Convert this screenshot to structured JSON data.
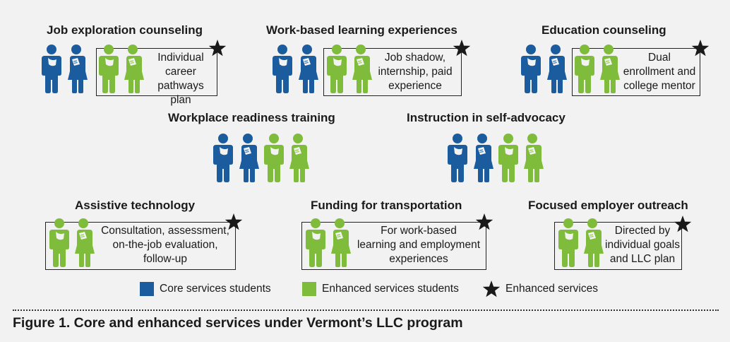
{
  "colors": {
    "core": "#1b5c9e",
    "enhanced": "#80bc3b",
    "star": "#1a1a1a"
  },
  "services": {
    "job_exploration": {
      "title": "Job exploration counseling",
      "text": [
        "Individual",
        "career",
        "pathways plan"
      ]
    },
    "work_based": {
      "title": "Work-based learning experiences",
      "text": [
        "Job shadow,",
        "internship, paid",
        "experience"
      ]
    },
    "education": {
      "title": "Education counseling",
      "text": [
        "Dual",
        "enrollment and",
        "college mentor"
      ]
    },
    "workplace": {
      "title": "Workplace readiness training"
    },
    "self_advocacy": {
      "title": "Instruction in self-advocacy"
    },
    "assistive": {
      "title": "Assistive technology",
      "text": [
        "Consultation, assessment,",
        "on-the-job evaluation,",
        "follow-up"
      ]
    },
    "transportation": {
      "title": "Funding for transportation",
      "text": [
        "For work-based",
        "learning and employment",
        "experiences"
      ]
    },
    "employer": {
      "title": "Focused employer outreach",
      "text": [
        "Directed by",
        "individual goals",
        "and LLC plan"
      ]
    }
  },
  "legend": {
    "core": "Core services students",
    "enhanced": "Enhanced services students",
    "star": "Enhanced services"
  },
  "caption": "Figure 1. Core and enhanced services under Vermont’s LLC program"
}
